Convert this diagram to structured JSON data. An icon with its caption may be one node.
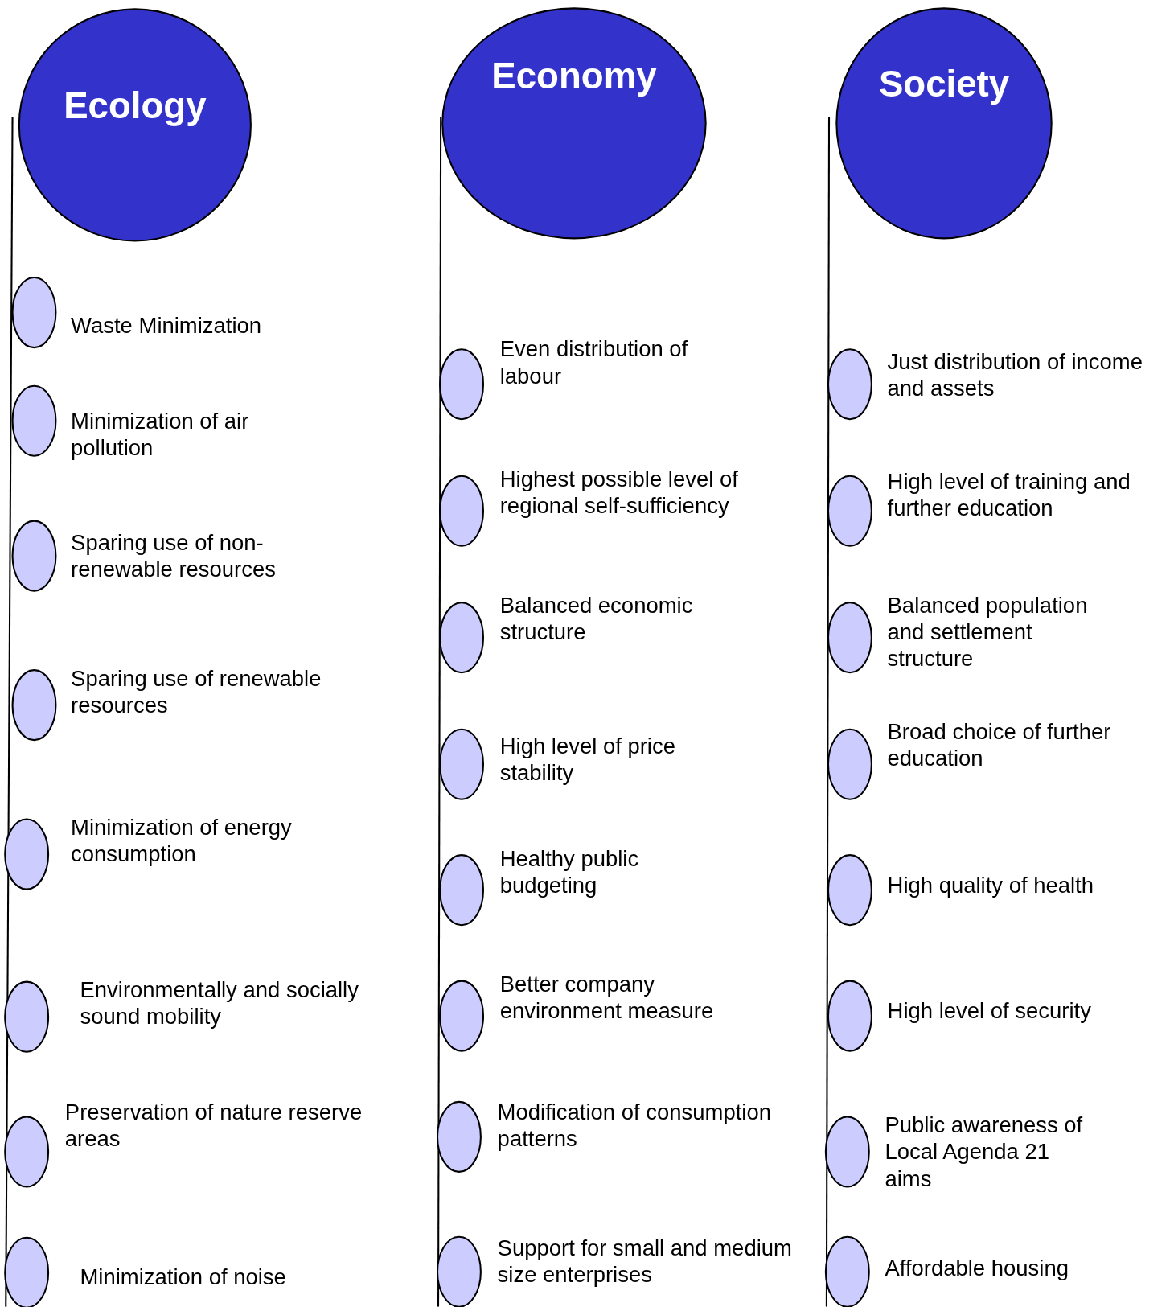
{
  "diagram": {
    "nodes": [
      {
        "text": [
          "Ecology"
        ]
      },
      {
        "text": [
          "Economy"
        ]
      },
      {
        "text": [
          "Society"
        ]
      },
      {
        "text": [],
        "shape": "circle",
        "beside": [
          "Waste Minimization"
        ]
      },
      {
        "text": [],
        "shape": "circle",
        "beside": [
          "Minimization of air pollution"
        ]
      },
      {
        "text": [],
        "shape": "circle",
        "beside": [
          "Sparing use of non-renewable resources"
        ]
      },
      {
        "text": [],
        "shape": "circle",
        "beside": [
          "Sparing use of renewable resources"
        ]
      },
      {
        "text": [],
        "shape": "circle",
        "beside": [
          "Minimization of energy consumption"
        ]
      },
      {
        "text": [],
        "shape": "circle",
        "beside": [
          "Environmentally and socially sound mobility"
        ]
      },
      {
        "text": [],
        "shape": "circle",
        "beside": [
          "Preservation of nature reserve areas"
        ]
      },
      {
        "text": [],
        "shape": "circle",
        "beside": [
          "Minimization of noise"
        ]
      },
      {
        "text": [],
        "shape": "circle",
        "beside": [
          "Even distribution of labour"
        ]
      },
      {
        "text": [],
        "shape": "circle",
        "beside": [
          "Highest possible level of regional self-sufficiency"
        ]
      },
      {
        "text": [],
        "shape": "circle",
        "beside": [
          "Balanced economic structure"
        ]
      },
      {
        "text": [],
        "shape": "circle",
        "beside": [
          "High level of price stability"
        ]
      },
      {
        "text": [],
        "shape": "circle",
        "beside": [
          "Healthy public budgeting"
        ]
      },
      {
        "text": [],
        "shape": "circle",
        "beside": [
          "Better company environment measure"
        ]
      },
      {
        "text": [],
        "shape": "circle",
        "beside": [
          "Modification of consumption patterns"
        ]
      },
      {
        "text": [],
        "shape": "circle",
        "beside": [
          "Support for small and medium size enterprises"
        ]
      },
      {
        "text": [],
        "shape": "circle",
        "beside": [
          "Just distribution of income and assets"
        ]
      },
      {
        "text": [],
        "shape": "circle",
        "beside": [
          "High level of training and further education"
        ]
      },
      {
        "text": [],
        "shape": "circle",
        "beside": [
          "Balanced population and settlement structure"
        ]
      },
      {
        "text": [],
        "shape": "circle",
        "beside": [
          "Broad choice of further education"
        ]
      },
      {
        "text": [],
        "shape": "circle",
        "beside": [
          "High quality of health"
        ]
      },
      {
        "text": [],
        "shape": "circle",
        "beside": [
          "High level of security"
        ]
      },
      {
        "text": [],
        "shape": "circle",
        "beside": [
          "Public awareness of Local Agenda 21 aims"
        ]
      },
      {
        "text": [],
        "shape": "circle",
        "beside": [
          "Affordable housing"
        ]
      }
    ]
  }
}
